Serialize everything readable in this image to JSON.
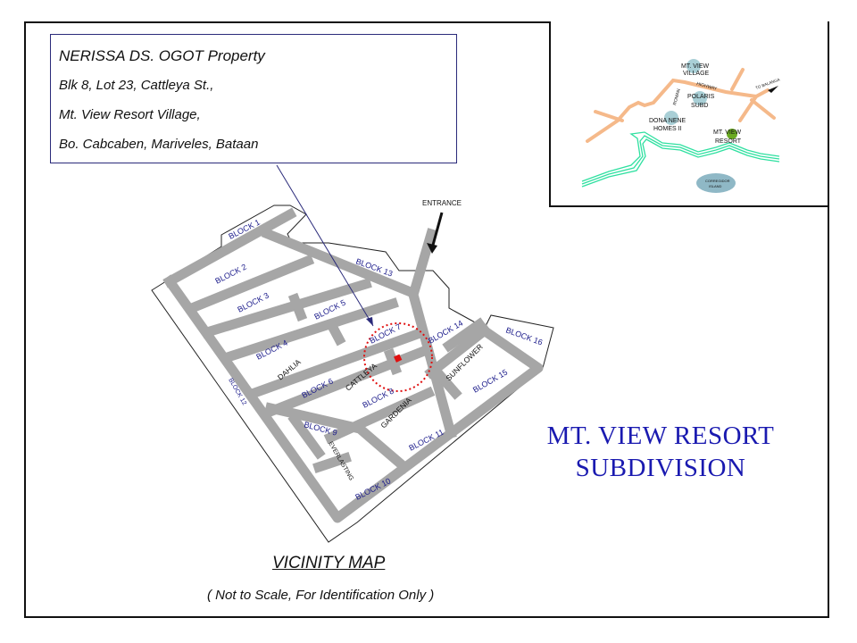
{
  "info_box": {
    "lines": [
      "NERISSA DS. OGOT  Property",
      "Blk 8, Lot 23, Cattleya St.,",
      "Mt. View Resort Village,",
      "Bo. Cabcaben, Mariveles, Bataan"
    ]
  },
  "inset_map": {
    "labels": {
      "mt_view_village": [
        "MT. VIEW",
        "VILLAGE"
      ],
      "polaris": [
        "POLARIS",
        "SUBD"
      ],
      "dona_nene": [
        "DONA NENE",
        "HOMES II"
      ],
      "mt_view_resort": [
        "MT. VIEW",
        "RESORT"
      ],
      "highway": "HIGHWAY",
      "roman": "ROMAN",
      "to": "TO BALANGA",
      "corregidor": [
        "CORREGIDOR",
        "ISLAND"
      ]
    },
    "colors": {
      "road": "#f5b98a",
      "river": "#2fe0a0",
      "village": "#a9cfd6",
      "resort": "#6aaa22",
      "island": "#8fb8c6"
    }
  },
  "map": {
    "entrance": "ENTRANCE",
    "blocks": [
      "BLOCK 1",
      "BLOCK 2",
      "BLOCK 3",
      "BLOCK 4",
      "BLOCK 5",
      "BLOCK 6",
      "BLOCK 7",
      "BLOCK 8",
      "BLOCK 9",
      "BLOCK 10",
      "BLOCK 11",
      "BLOCK 12",
      "BLOCK 13",
      "BLOCK 14",
      "BLOCK 15",
      "BLOCK 16"
    ],
    "streets": [
      "DAHLIA",
      "CATTLEYA",
      "GARDENIA",
      "SUNFLOWER",
      "EVERLASTING"
    ],
    "colors": {
      "road": "#a6a6a6",
      "label": "#1a1a8a",
      "marker": "#e01010"
    }
  },
  "title": [
    "MT. VIEW  RESORT",
    "SUBDIVISION"
  ],
  "vicinity_title": "VICINITY  MAP",
  "note": "( Not to Scale, For Identification Only )"
}
